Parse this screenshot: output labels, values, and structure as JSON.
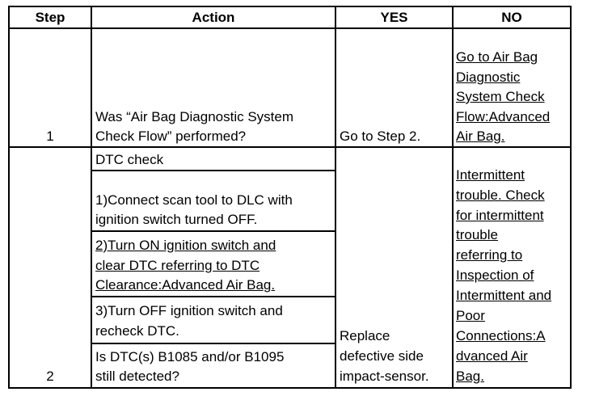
{
  "table": {
    "headers": {
      "step": "Step",
      "action": "Action",
      "yes": "YES",
      "no": "NO"
    },
    "row1": {
      "step": "1",
      "action": [
        "Was “Air Bag Diagnostic System",
        "Check Flow” performed?"
      ],
      "yes": "Go to Step 2.",
      "no": [
        "Go to Air Bag",
        "Diagnostic",
        "System Check",
        "Flow:Advanced",
        "Air Bag."
      ]
    },
    "row2": {
      "step": "2",
      "actions": {
        "a": [
          "DTC check"
        ],
        "b": [
          "1)Connect scan tool to DLC with",
          "ignition switch turned OFF."
        ],
        "c": [
          "2)Turn ON ignition switch and",
          "clear DTC referring to DTC",
          "Clearance:Advanced Air Bag."
        ],
        "d": [
          "3)Turn OFF ignition switch and",
          "recheck DTC."
        ],
        "e": [
          "Is DTC(s) B1085 and/or B1095",
          "still detected?"
        ]
      },
      "yes": [
        "Replace",
        "defective side",
        "impact-sensor."
      ],
      "no": [
        "Intermittent",
        "trouble. Check",
        "for intermittent",
        "trouble",
        "referring to",
        "Inspection of",
        "Intermittent and",
        "Poor",
        "Connections:A",
        "dvanced Air",
        "Bag."
      ]
    }
  }
}
